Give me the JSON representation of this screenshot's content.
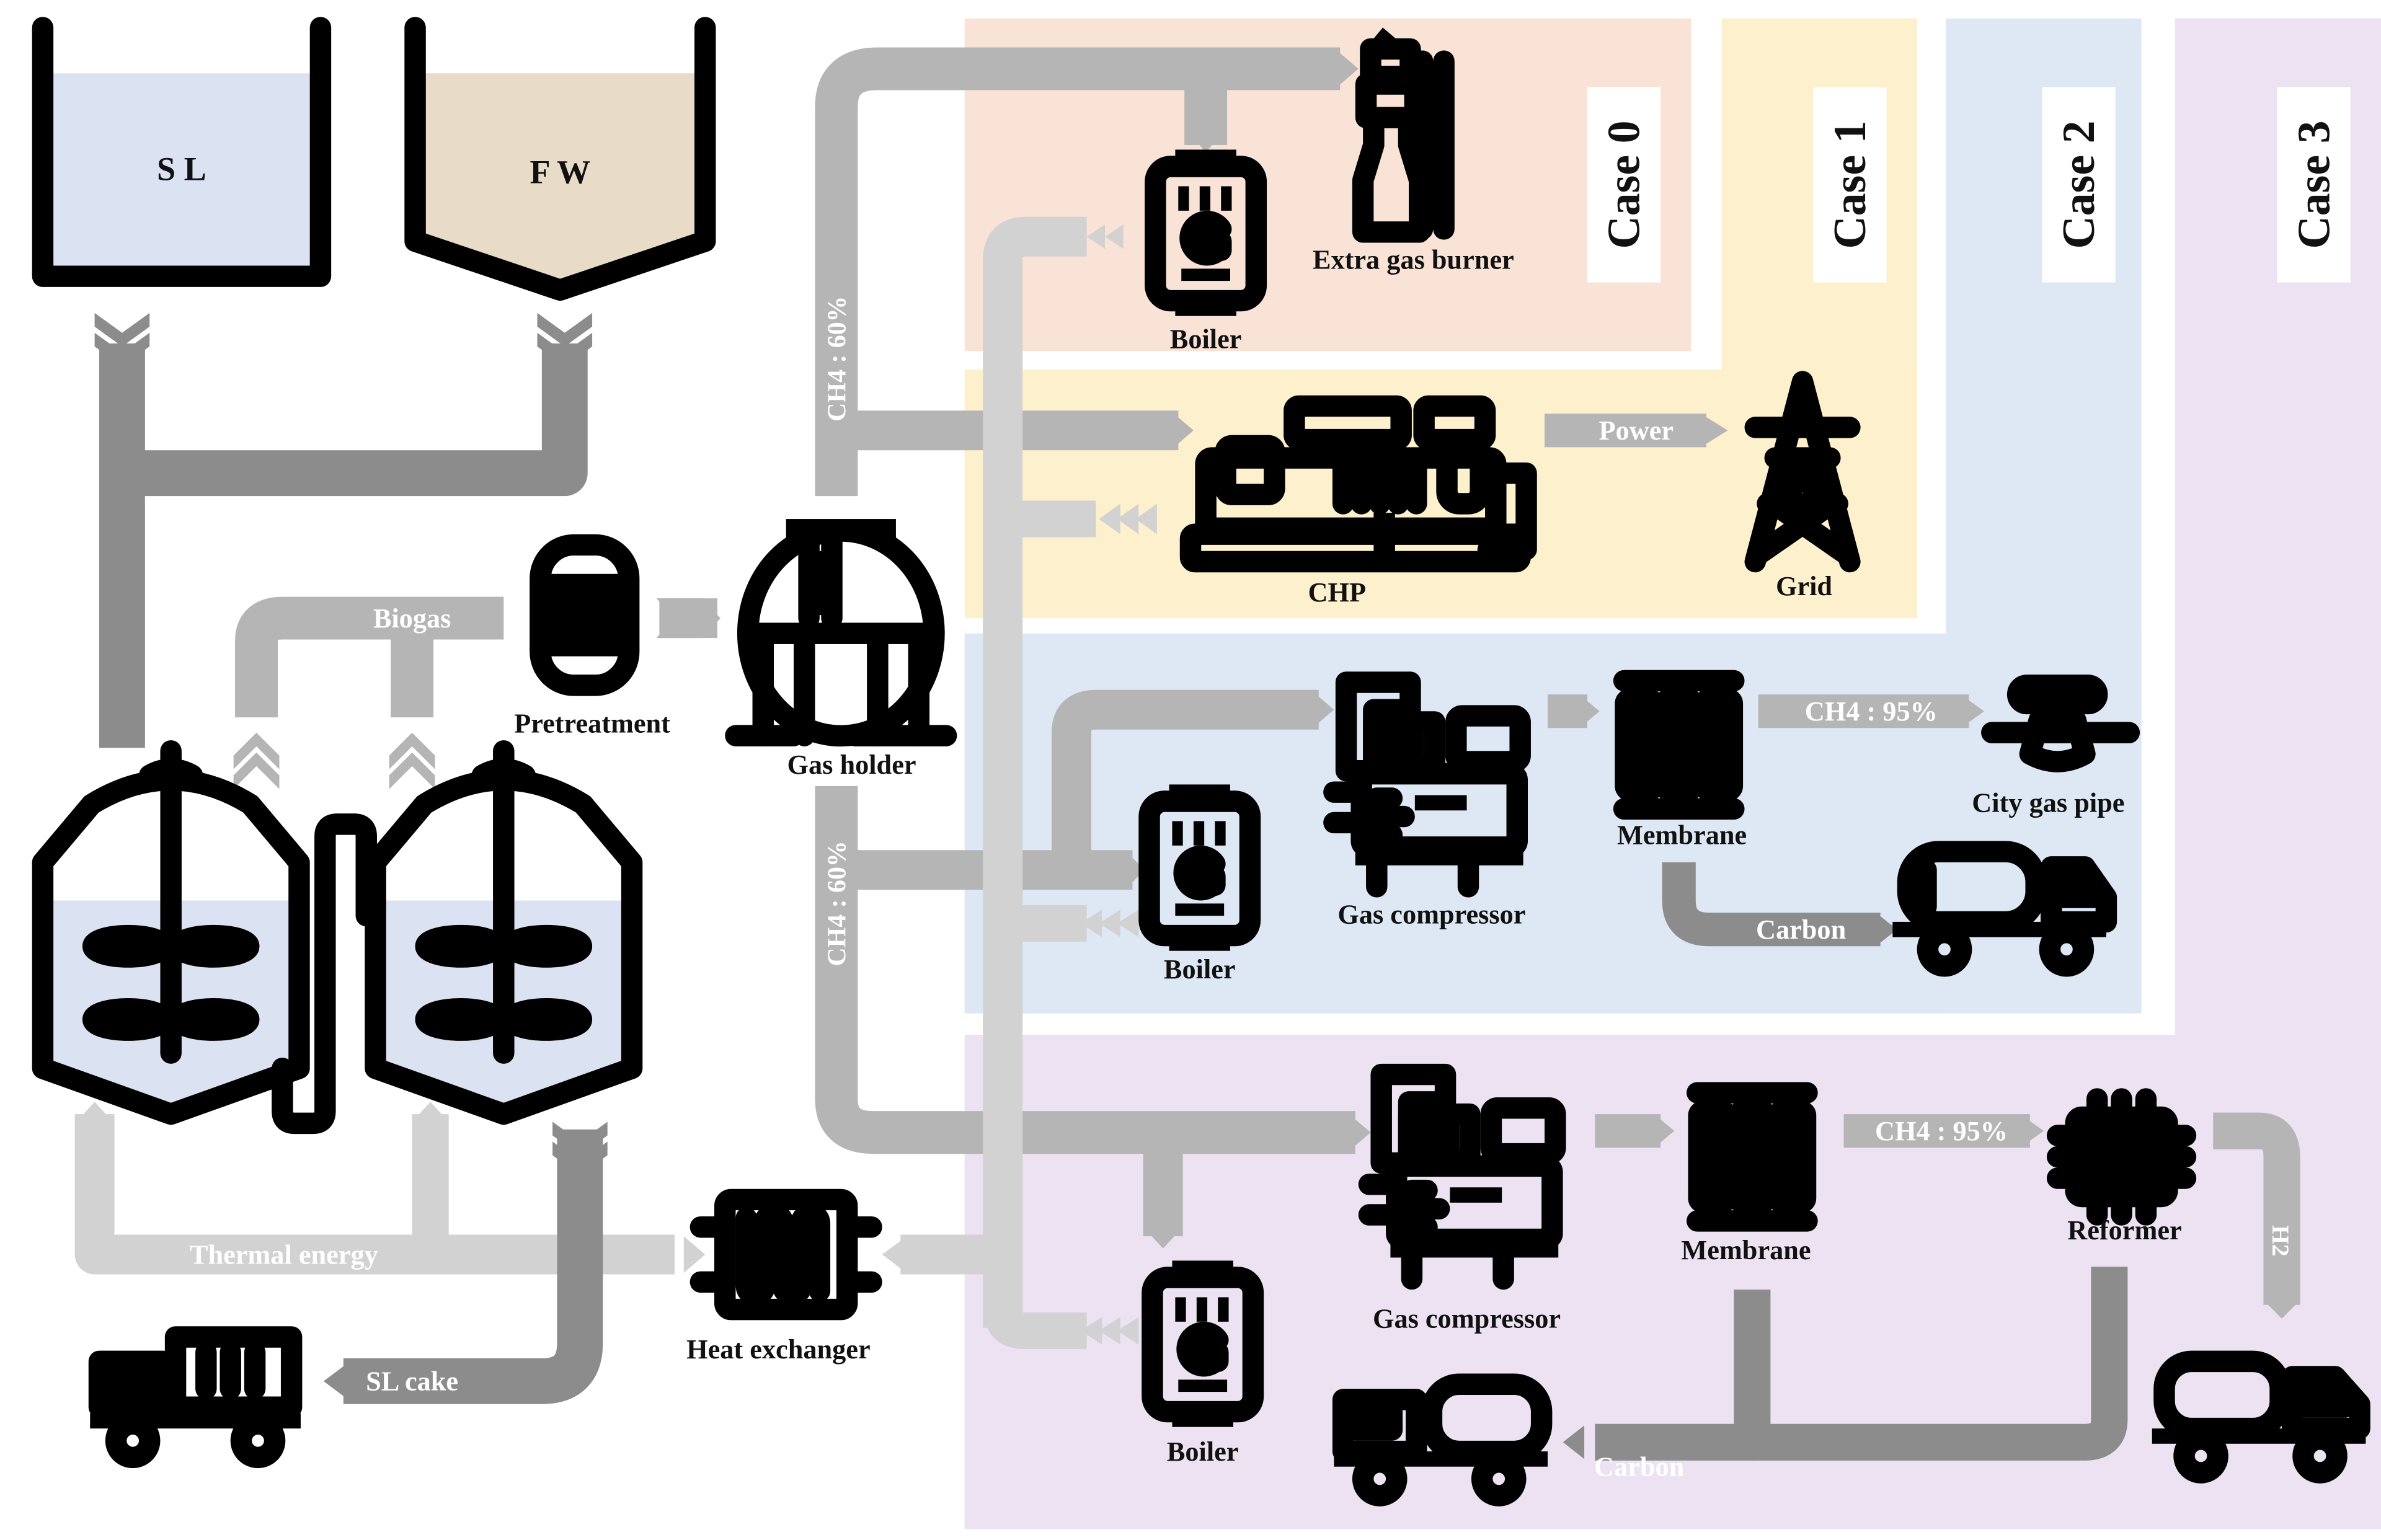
{
  "colors": {
    "case0": "#f9e3d6",
    "case1": "#fdf0cd",
    "case2": "#dde8f4",
    "case3": "#ece2f2",
    "tank_sl": "#dbe3f3",
    "tank_fw": "#e8dcc8",
    "pipe_dark": "#8c8c8c",
    "pipe_mid": "#b5b5b5",
    "pipe_light": "#d2d2d2"
  },
  "cases": [
    "Case 0",
    "Case 1",
    "Case 2",
    "Case 3"
  ],
  "tanks": {
    "sl": "S L",
    "fw": "F W"
  },
  "equipment": {
    "pretreatment": "Pretreatment",
    "gas_holder": "Gas holder",
    "extra_gas_burner": "Extra gas burner",
    "boiler_case0": "Boiler",
    "chp": "CHP",
    "grid": "Grid",
    "gas_compressor_case2": "Gas compressor",
    "membrane_case2": "Membrane",
    "city_gas_pipe": "City gas pipe",
    "boiler_case2": "Boiler",
    "gas_compressor_case3": "Gas compressor",
    "membrane_case3": "Membrane",
    "reformer": "Reformer",
    "boiler_case3": "Boiler",
    "heat_exchanger": "Heat exchanger"
  },
  "flows": {
    "biogas": "Biogas",
    "power": "Power",
    "ch4_60_upper": "CH4 : 60%",
    "ch4_60_lower": "CH4 : 60%",
    "ch4_95_case2": "CH4 : 95%",
    "ch4_95_case3": "CH4 : 95%",
    "carbon_case2": "Carbon",
    "carbon_case3": "Carbon",
    "h2": "H2",
    "thermal_energy": "Thermal energy",
    "sl_cake": "SL cake"
  }
}
